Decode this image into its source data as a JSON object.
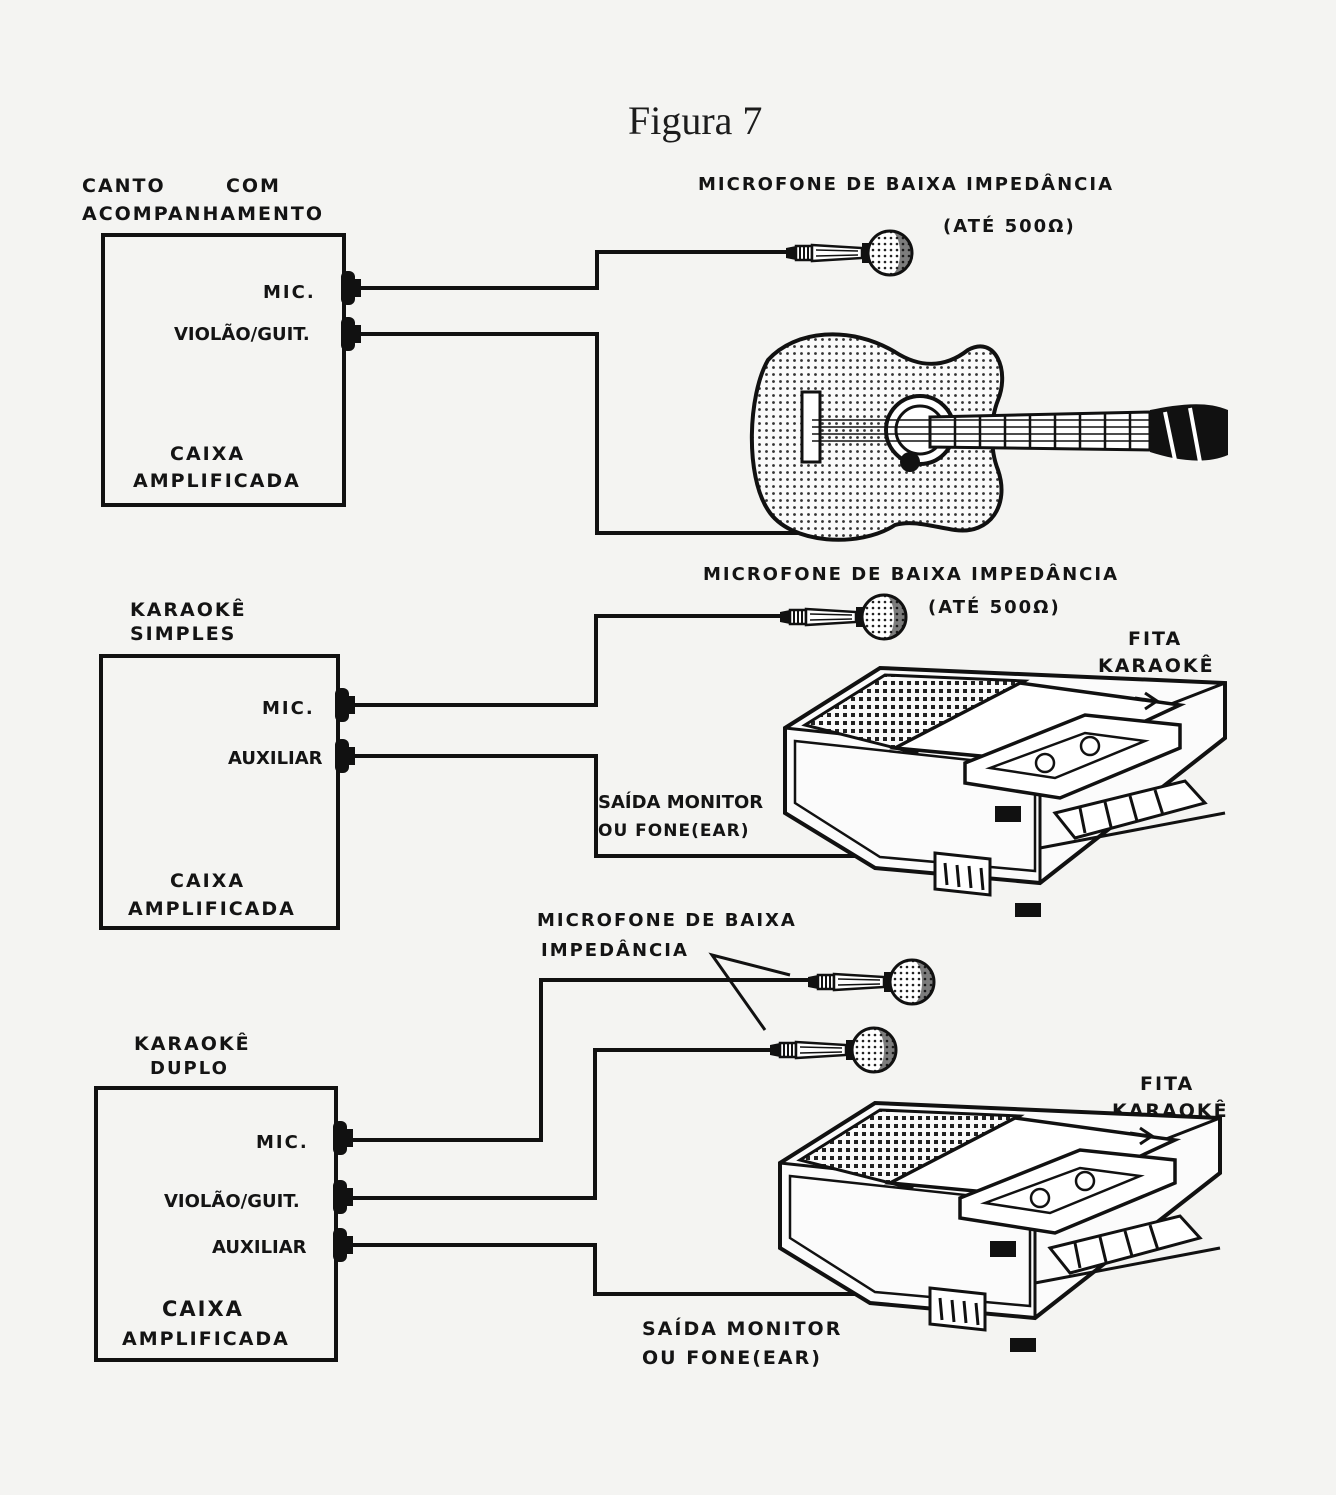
{
  "figure": {
    "title": "Figura 7"
  },
  "section1": {
    "heading_line1": "CANTO       COM",
    "heading_line2": "ACOMPANHAMENTO",
    "box_label_line1": "CAIXA",
    "box_label_line2": "AMPLIFICADA",
    "input_mic": "MIC.",
    "input_guitar": "VIOLÃO/GUIT.",
    "mic_label_line1": "MICROFONE DE BAIXA IMPEDÂNCIA",
    "mic_label_line2": "(ATÉ 500Ω)"
  },
  "section2": {
    "heading_line1": "KARAOKÊ",
    "heading_line2": "SIMPLES",
    "box_label_line1": "CAIXA",
    "box_label_line2": "AMPLIFICADA",
    "input_mic": "MIC.",
    "input_aux": "AUXILIAR",
    "mic_label_line1": "MICROFONE DE BAIXA IMPEDÂNCIA",
    "mic_label_line2": "(ATÉ 500Ω)",
    "tape_label_line1": "FITA",
    "tape_label_line2": "KARAOKÊ",
    "output_label_line1": "SAÍDA MONITOR",
    "output_label_line2": "OU FONE(EAR)"
  },
  "section3": {
    "heading_line1": "KARAOKÊ",
    "heading_line2": "DUPLO",
    "box_label_line1": "CAIXA",
    "box_label_line2": "AMPLIFICADA",
    "input_mic": "MIC.",
    "input_guitar": "VIOLÃO/GUIT.",
    "input_aux": "AUXILIAR",
    "mic_label_line1": "MICROFONE DE BAIXA",
    "mic_label_line2": "IMPEDÂNCIA",
    "tape_label_line1": "FITA",
    "tape_label_line2": "KARAOKÊ",
    "output_label_line1": "SAÍDA MONITOR",
    "output_label_line2": "OU FONE(EAR)"
  }
}
